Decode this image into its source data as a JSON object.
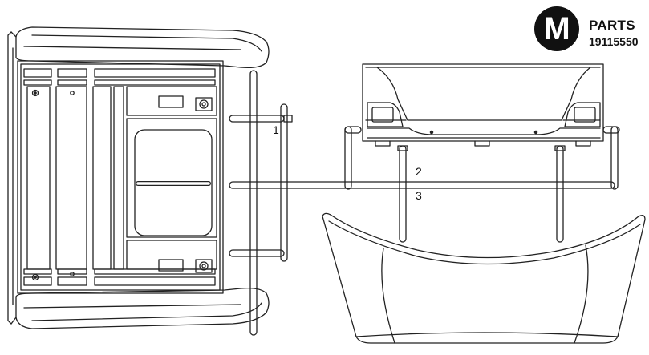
{
  "badge": {
    "letter": "M",
    "title": "PARTS",
    "code": "19115550"
  },
  "part_numbers": {
    "part_1": "1",
    "part_2": "2",
    "part_3": "3"
  },
  "colors": {
    "line": "#222222",
    "badge_bg": "#111111"
  }
}
